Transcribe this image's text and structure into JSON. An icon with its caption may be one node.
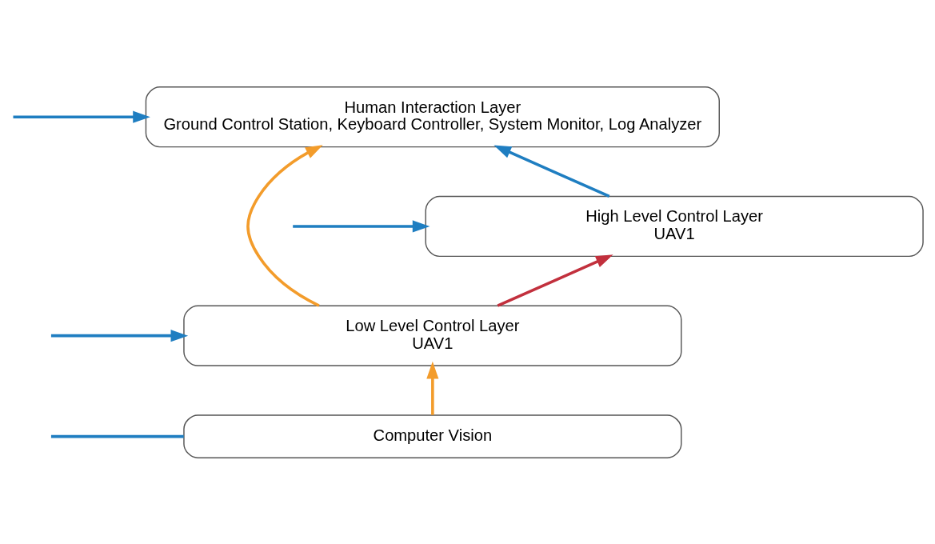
{
  "diagram": {
    "nodes": [
      {
        "text": [
          "Human Interaction Layer",
          "Ground Control Station, Keyboard Controller, System Monitor, Log Analyzer"
        ]
      },
      {
        "text": [
          "High Level Control Layer",
          "UAV1"
        ]
      },
      {
        "text": [
          "Low Level Control Layer",
          "UAV1"
        ]
      },
      {
        "text": [
          "Computer Vision"
        ]
      }
    ],
    "edges": [
      {
        "from": 1,
        "to": 0,
        "arrow": "to",
        "color": "#1f7ec1"
      },
      {
        "from": 2,
        "to": 1,
        "arrow": "to",
        "color": "#c2303d"
      },
      {
        "from": 2,
        "to": 0,
        "arrow": "to",
        "color": "#f39c2b"
      },
      {
        "from": 3,
        "to": 2,
        "arrow": "to",
        "color": "#f39c2b"
      },
      {
        "from": null,
        "to": 0,
        "arrow": "to",
        "color": "#1f7ec1"
      },
      {
        "from": null,
        "to": 1,
        "arrow": "to",
        "color": "#1f7ec1"
      },
      {
        "from": null,
        "to": 2,
        "arrow": "to",
        "color": "#1f7ec1"
      },
      {
        "from": null,
        "to": 3,
        "arrow": "none",
        "color": "#1f7ec1"
      }
    ]
  }
}
